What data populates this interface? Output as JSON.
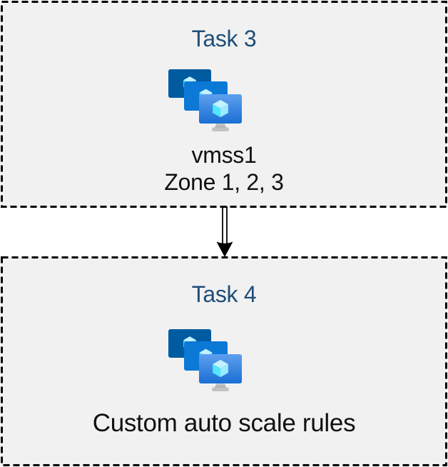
{
  "page": {
    "background_color": "#ffffff"
  },
  "flow": {
    "task3": {
      "title": "Task 3",
      "icon": "vm-scale-sets-icon",
      "vm_name": "vmss1",
      "zones": "Zone 1, 2, 3"
    },
    "connector": {
      "type": "double-line-arrow",
      "direction": "down"
    },
    "task4": {
      "title": "Task 4",
      "icon": "vm-scale-sets-icon",
      "caption": "Custom auto scale rules"
    }
  },
  "colors": {
    "box_background": "#f1f1f1",
    "box_border": "#000000",
    "title_text": "#1f4e79",
    "body_text": "#111111",
    "screen_back": "#005ba1",
    "screen_middle": "#0c79d7",
    "screen_front_gradient_top": "#5ea0ef",
    "screen_front_gradient_bottom": "#1a6ed4",
    "cube_top": "#c3f1ff",
    "cube_left": "#50e6ff",
    "cube_right": "#9cebff",
    "stand_gradient_top": "#d8d8d8",
    "stand_gradient_bottom": "#9f9f9f",
    "stand_base": "#c2c2c2",
    "arrow": "#000000"
  }
}
